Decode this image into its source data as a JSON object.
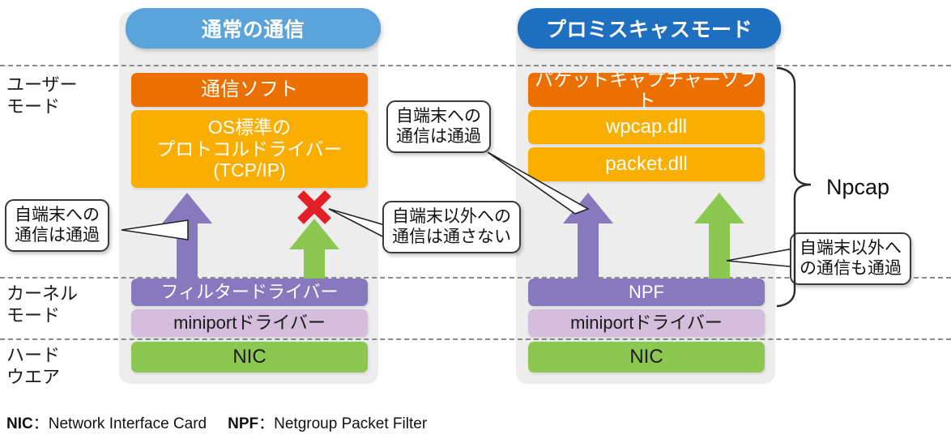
{
  "diagram": {
    "title_left": "通常の通信",
    "title_right": "プロミスキャスモード",
    "row_labels": {
      "user_mode": "ユーザー\nモード",
      "kernel_mode": "カーネル\nモード",
      "hardware": "ハード\nウエア"
    },
    "left_stack": {
      "app": "通信ソフト",
      "protocol_driver": "OS標準の\nプロトコルドライバー\n(TCP/IP)",
      "filter_driver": "フィルタードライバー",
      "miniport_driver": "miniportドライバー",
      "nic": "NIC"
    },
    "right_stack": {
      "app": "パケットキャプチャーソフト",
      "wpcap": "wpcap.dll",
      "packet": "packet.dll",
      "npf": "NPF",
      "miniport_driver": "miniportドライバー",
      "nic": "NIC"
    },
    "callouts": [
      {
        "id": "left-own-device",
        "text": "自端末への\n通信は通過"
      },
      {
        "id": "right-own-device",
        "text": "自端末への\n通信は通過"
      },
      {
        "id": "left-blocked",
        "text": "自端末以外への\n通信は通さない"
      },
      {
        "id": "right-passes",
        "text": "自端末以外へ\nの通信も通過"
      }
    ],
    "bracket_label": "Npcap",
    "footnote": {
      "nic_abbr": "NIC",
      "nic_sep": "：",
      "nic_full": "Network Interface Card",
      "npf_abbr": "NPF",
      "npf_sep": "：",
      "npf_full": "Netgroup Packet Filter"
    },
    "icons": {
      "x_mark": "red-x-icon",
      "up_arrow_purple": "up-arrow-purple-icon",
      "up_arrow_green": "up-arrow-green-icon",
      "brace": "curly-brace-icon"
    },
    "colors": {
      "header_left": "#5ba3db",
      "header_right": "#1f6fc0",
      "panel_bg": "#ededed",
      "app_orange": "#ec7000",
      "driver_amber": "#f9ae00",
      "kernel_purple": "#8878be",
      "miniport_lavender": "#d5bdde",
      "nic_green": "#8cc751",
      "x_red": "#e21f26"
    }
  }
}
